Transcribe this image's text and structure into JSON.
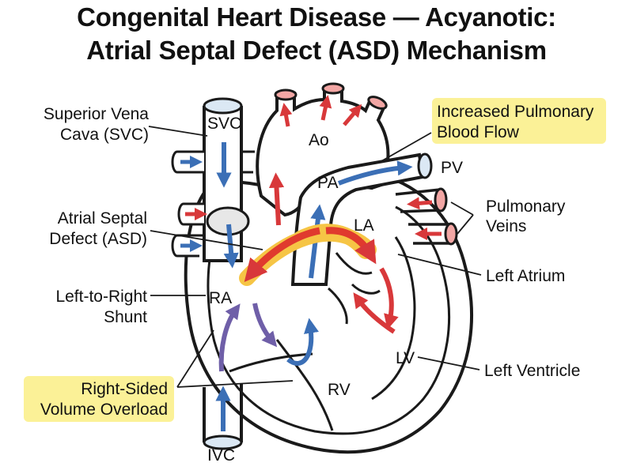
{
  "title": {
    "line1": "Congenital Heart Disease — Acyanotic:",
    "line2": "Atrial Septal Defect (ASD) Mechanism"
  },
  "labels": {
    "svc": [
      "Superior Vena",
      "Cava (SVC)"
    ],
    "asd": [
      "Atrial Septal",
      "Defect (ASD)"
    ],
    "shunt": [
      "Left-to-Right",
      "Shunt"
    ],
    "overload": [
      "Right-Sided",
      "Volume Overload"
    ],
    "increased_flow": [
      "Increased Pulmonary",
      "Blood Flow"
    ],
    "pulmonary_veins": [
      "Pulmonary",
      "Veins"
    ],
    "left_atrium": "Left Atrium",
    "left_ventricle": "Left Ventricle"
  },
  "structures": {
    "svc": "SVC",
    "ao": "Ao",
    "pa": "PA",
    "pv": "PV",
    "la": "LA",
    "ra": "RA",
    "lv": "LV",
    "rv": "RV",
    "ivc": "IVC"
  },
  "colors": {
    "highlight": "#fbf197",
    "deoxygenated": "#3b6fb6",
    "oxygenated": "#d8383a",
    "mixed": "#6f5fa8",
    "outline": "#1a1a1a",
    "vessel_fill": "#dbe8f4",
    "artery_fill": "#f2a6a4"
  }
}
